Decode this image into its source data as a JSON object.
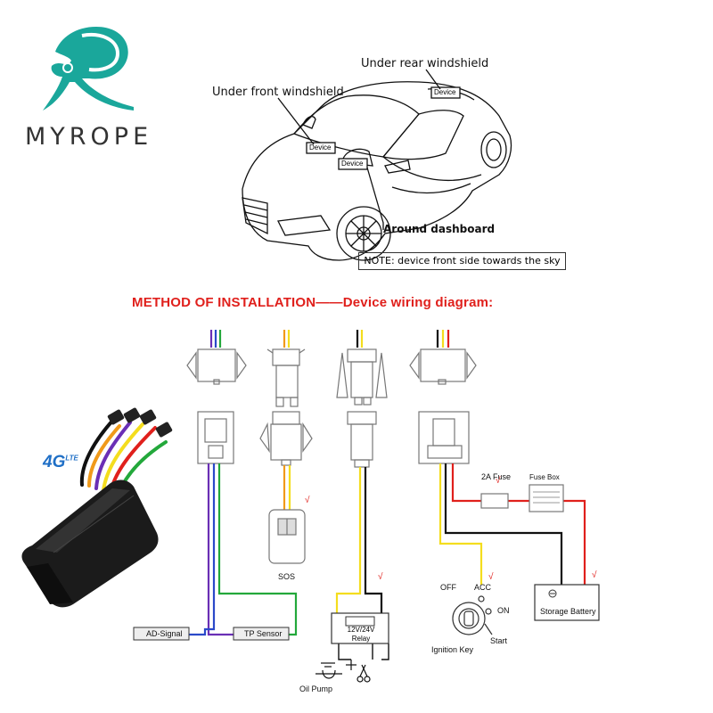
{
  "brand": {
    "name": "MYROPE",
    "colors": {
      "teal": "#1aa79b",
      "red": "#e0201c"
    }
  },
  "car": {
    "label_rear": "Under rear windshield",
    "label_front": "Under front windshield",
    "label_dash": "Around dashboard",
    "device_tag_1": "Device",
    "device_tag_2": "Device",
    "device_tag_3": "Device",
    "note": "NOTE: device front side towards the sky"
  },
  "heading": "METHOD OF INSTALLATION——Device wiring diagram:",
  "diagram": {
    "sos": "SOS",
    "fuse_2a": "2A Fuse",
    "fuse_box": "Fuse Box",
    "storage_battery": "Storage Battery",
    "ad_signal": "AD-Signal",
    "tp_sensor": "TP Sensor",
    "relay_line1": "12V/24V",
    "relay_line2": "Relay",
    "oil_pump": "Oil Pump",
    "key_off": "OFF",
    "key_acc": "ACC",
    "key_on": "ON",
    "key_start": "Start",
    "ignition_key": "Ignition Key",
    "check": "√"
  },
  "product": {
    "badge": "4G",
    "badge_sup": "LTE"
  },
  "wire_colors": {
    "purple": "#6a2fb5",
    "blue": "#2b49c9",
    "green": "#23a83b",
    "orange": "#f09a1a",
    "yellow": "#f4dd1e",
    "black": "#111111",
    "red": "#e0201c"
  }
}
